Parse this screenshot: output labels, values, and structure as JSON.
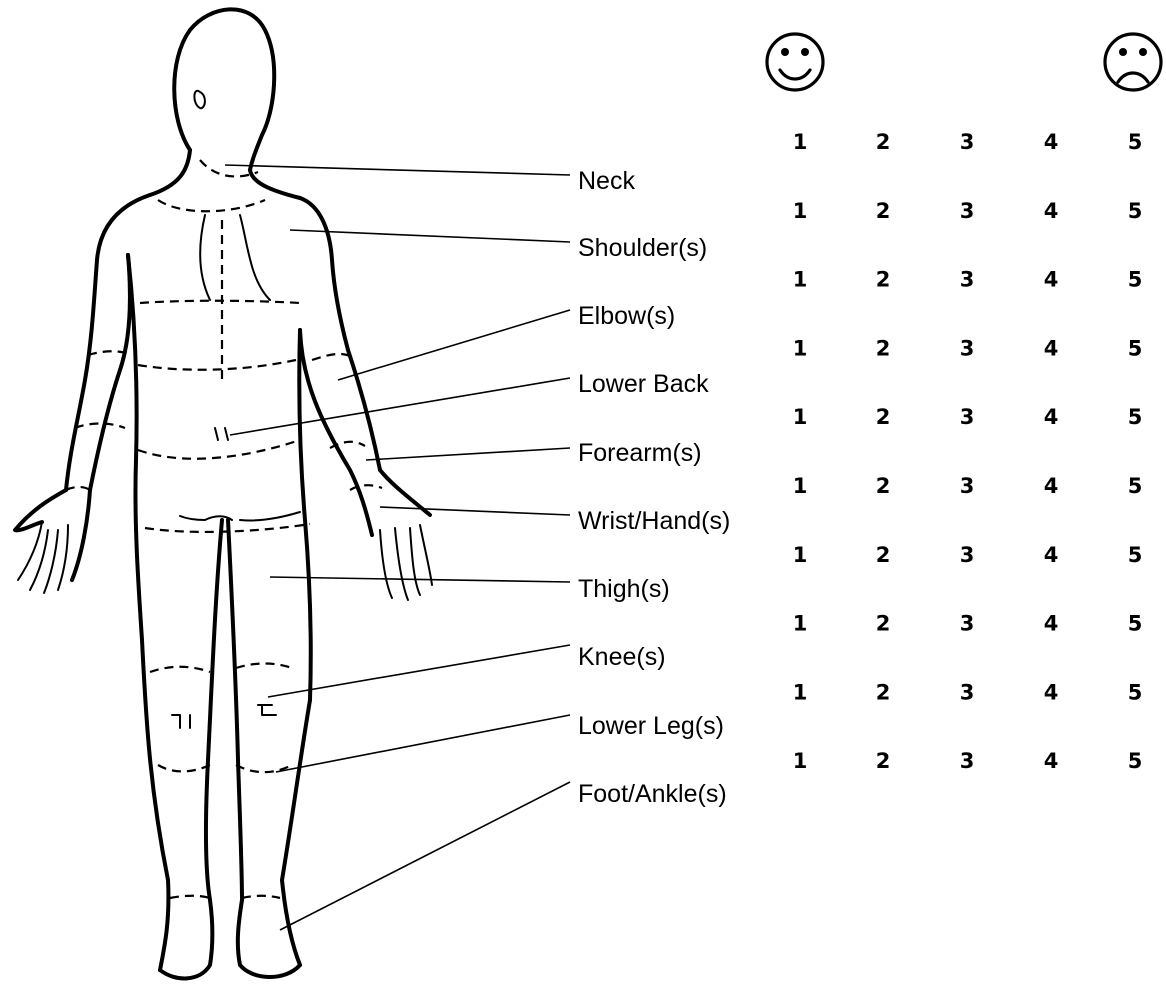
{
  "regions": [
    {
      "label": "Neck"
    },
    {
      "label": "Shoulder(s)"
    },
    {
      "label": "Elbow(s)"
    },
    {
      "label": "Lower Back"
    },
    {
      "label": "Forearm(s)"
    },
    {
      "label": "Wrist/Hand(s)"
    },
    {
      "label": "Thigh(s)"
    },
    {
      "label": "Knee(s)"
    },
    {
      "label": "Lower Leg(s)"
    },
    {
      "label": "Foot/Ankle(s)"
    }
  ],
  "rating_scale": {
    "values": [
      "1",
      "2",
      "3",
      "4",
      "5"
    ],
    "rows": 10,
    "low_end_icon": "smiley-face-icon",
    "high_end_icon": "frowning-face-icon"
  }
}
